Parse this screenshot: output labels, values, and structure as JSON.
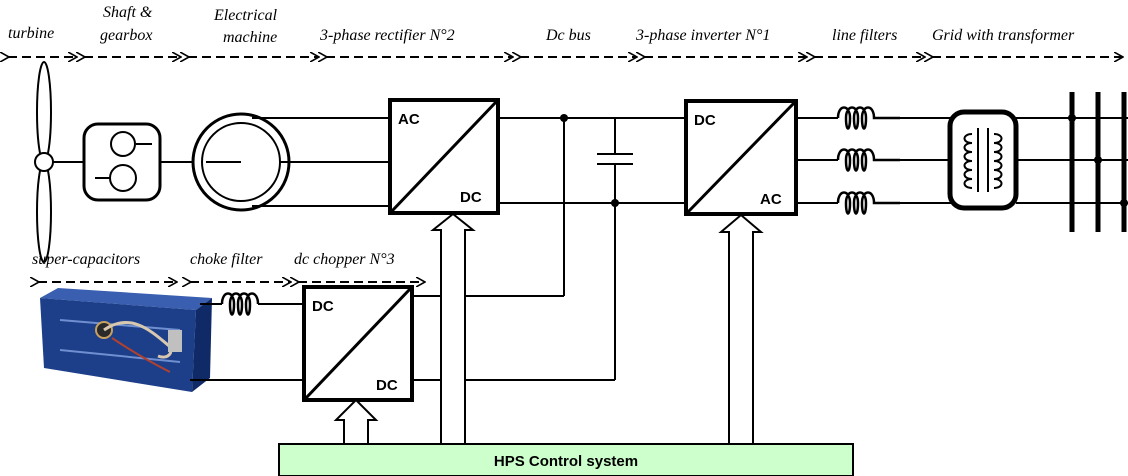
{
  "labels": {
    "turbine": "turbine",
    "shaft_line1": "Shaft &",
    "shaft_line2": "gearbox",
    "machine_line1": "Electrical",
    "machine_line2": "machine",
    "rectifier": "3-phase rectifier N°2",
    "dc_bus": "Dc bus",
    "inverter": "3-phase inverter N°1",
    "line_filters": "line filters",
    "grid": "Grid with transformer",
    "supercaps": "super-capacitors",
    "choke": "choke filter",
    "chopper": "dc chopper N°3"
  },
  "converters": {
    "rectifier": {
      "input": "AC",
      "output": "DC"
    },
    "inverter": {
      "input": "DC",
      "output": "AC"
    },
    "chopper": {
      "input": "DC",
      "output": "DC"
    }
  },
  "control": {
    "title": "HPS Control system",
    "fill": "#ccffcc"
  },
  "colors": {
    "line": "#000000",
    "supercap_body": "#1d3f8a"
  }
}
